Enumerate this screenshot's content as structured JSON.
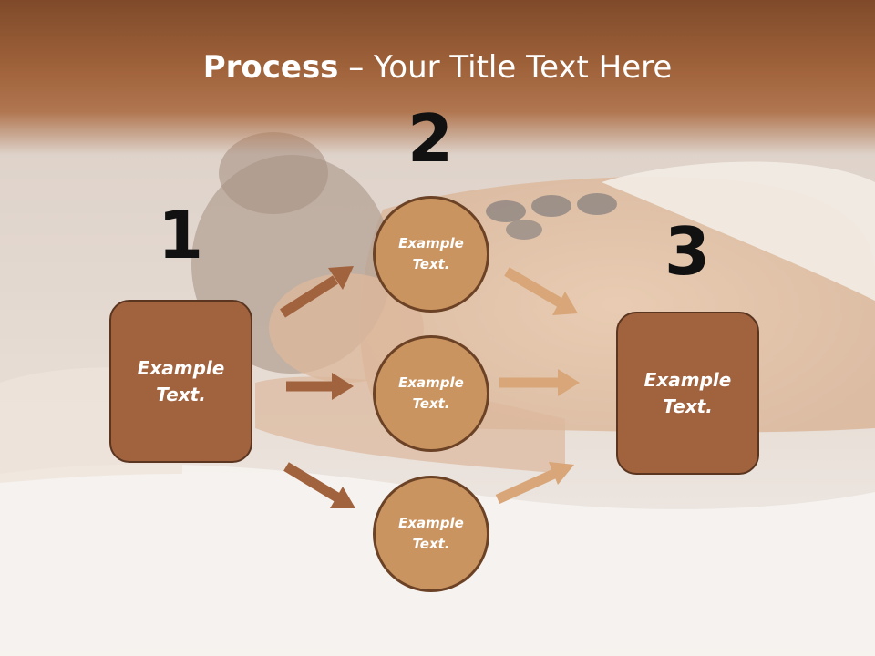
{
  "title": {
    "strong": "Process",
    "rest": " – Your Title Text Here"
  },
  "steps": [
    {
      "number": "1"
    },
    {
      "number": "2"
    },
    {
      "number": "3"
    }
  ],
  "left_box": {
    "text": "Example\nText."
  },
  "right_box": {
    "text": "Example\nText."
  },
  "circles": [
    {
      "text": "Example\nText."
    },
    {
      "text": "Example\nText."
    },
    {
      "text": "Example\nText."
    }
  ],
  "colors": {
    "box_fill": "#a1623e",
    "circle_fill": "#c9945f",
    "arrow_dark": "#a1623e",
    "arrow_light": "#d8a678",
    "title_band": "#8a5230"
  }
}
